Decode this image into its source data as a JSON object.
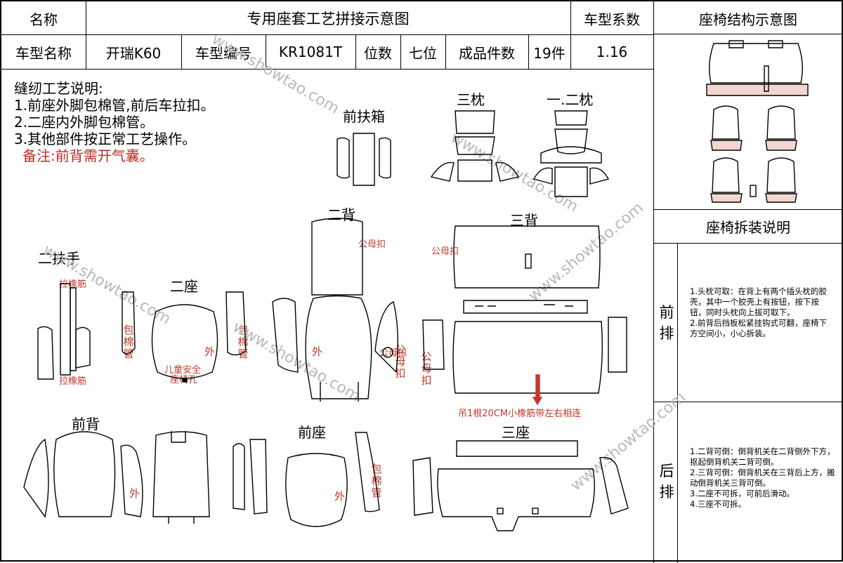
{
  "header": {
    "name_label": "名称",
    "title": "专用座套工艺拼接示意图",
    "coef_label": "车型系数",
    "structure_title": "座椅结构示意图",
    "model_name_label": "车型名称",
    "model_name": "开瑞K60",
    "model_no_label": "车型编号",
    "model_no": "KR1081T",
    "seats_label": "位数",
    "seats": "七位",
    "pieces_label": "成品件数",
    "pieces": "19件",
    "coef": "1.16"
  },
  "notes": {
    "title": "缝纫工艺说明:",
    "items": [
      "1.前座外脚包棉管,前后车拉扣。",
      "2.二座内外脚包棉管。",
      "3.其他部件按正常工艺操作。"
    ],
    "remark": "备注:前背需开气囊。"
  },
  "parts": {
    "front_armrest_box": "前扶箱",
    "third_headrest": "三枕",
    "first_second_headrest": "一.二枕",
    "second_back": "二背",
    "third_back": "三背",
    "second_armrest": "二扶手",
    "second_seat": "二座",
    "front_back": "前背",
    "front_seat": "前座",
    "third_seat": "三座"
  },
  "annotations": {
    "male_female_buckle": "公母扣",
    "pull_elastic": "拉橡筋",
    "cotton_tube": "包棉管",
    "outer": "外",
    "child_safety_line1": "儿童安全",
    "child_safety_line2": "座椅孔",
    "elastic_note": "吊1根20CM小橡筋带左右相连"
  },
  "side": {
    "disassembly_title": "座椅拆装说明",
    "front_row_label": "前排",
    "rear_row_label": "后排",
    "front_text": "1.头枕可取：在背上有两个插头枕的胶壳，其中一个胶壳上有按钮，按下按钮，同时头枕向上拔可取下。\n2.前背后挡板松紧挂钩式可翻，座椅下方空间小，小心拆装。",
    "rear_text": "1.二背可倒：倒背机关在二背侧外下方，抠起倒背机关二背可倒。\n2.三背可倒：倒背机关在三背后上方，搬动倒背机关三背可倒。\n3.二座不可拆，可前后滑动。\n4.三座不可拆。"
  },
  "watermark": "www.showtao.com"
}
